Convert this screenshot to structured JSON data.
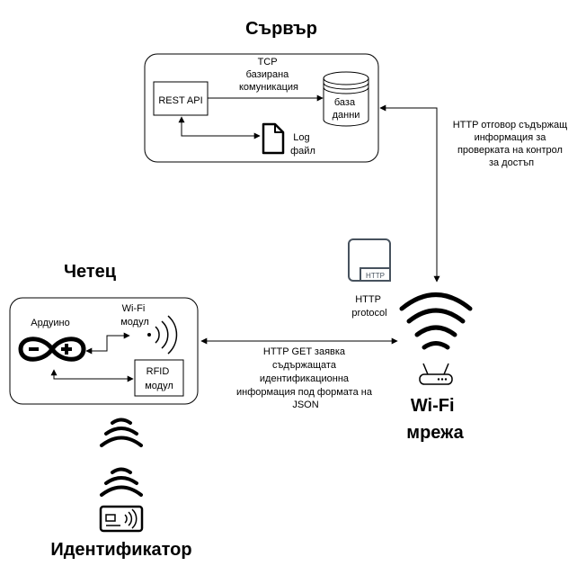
{
  "server": {
    "title": "Сървър",
    "rest_api": "REST API",
    "tcp_label": [
      "TCP",
      "базирана",
      "комуникация"
    ],
    "db_label": [
      "база",
      "данни"
    ],
    "log_label": [
      "Log",
      "файл"
    ]
  },
  "http_response": [
    "HTTP отговор съдържащ",
    "информация за",
    "проверката на контрол",
    "за достъп"
  ],
  "http_icon_text": "HTTP",
  "http_protocol": [
    "HTTP",
    "protocol"
  ],
  "reader": {
    "title": "Четец",
    "arduino": "Ардуино",
    "wifi_module": [
      "Wi-Fi",
      "модул"
    ],
    "rfid_module": [
      "RFID",
      "модул"
    ]
  },
  "http_get": [
    "HTTP GET заявка",
    "съдържащата",
    "идентификационна",
    "информация под формата на",
    "JSON"
  ],
  "wifi_network": [
    "Wi-Fi",
    "мрежа"
  ],
  "identifier": "Идентификатор"
}
